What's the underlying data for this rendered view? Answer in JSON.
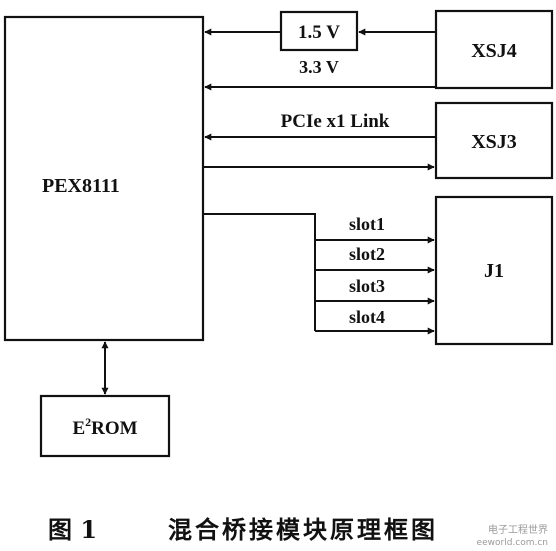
{
  "blocks": {
    "pex": "PEX8111",
    "reg": "1.5 V",
    "xsj4": "XSJ4",
    "xsj3": "XSJ3",
    "j1": "J1",
    "eeprom_base": "E",
    "eeprom_sup": "2",
    "eeprom_rest": "ROM"
  },
  "links": {
    "v33": "3.3 V",
    "pcie": "PCIe x1 Link",
    "slots": [
      "slot1",
      "slot2",
      "slot3",
      "slot4"
    ]
  },
  "caption": {
    "number": "图 1",
    "title": "混合桥接模块原理框图"
  },
  "watermark": {
    "line1": "电子工程世界",
    "line2": "eeworld.com.cn"
  }
}
